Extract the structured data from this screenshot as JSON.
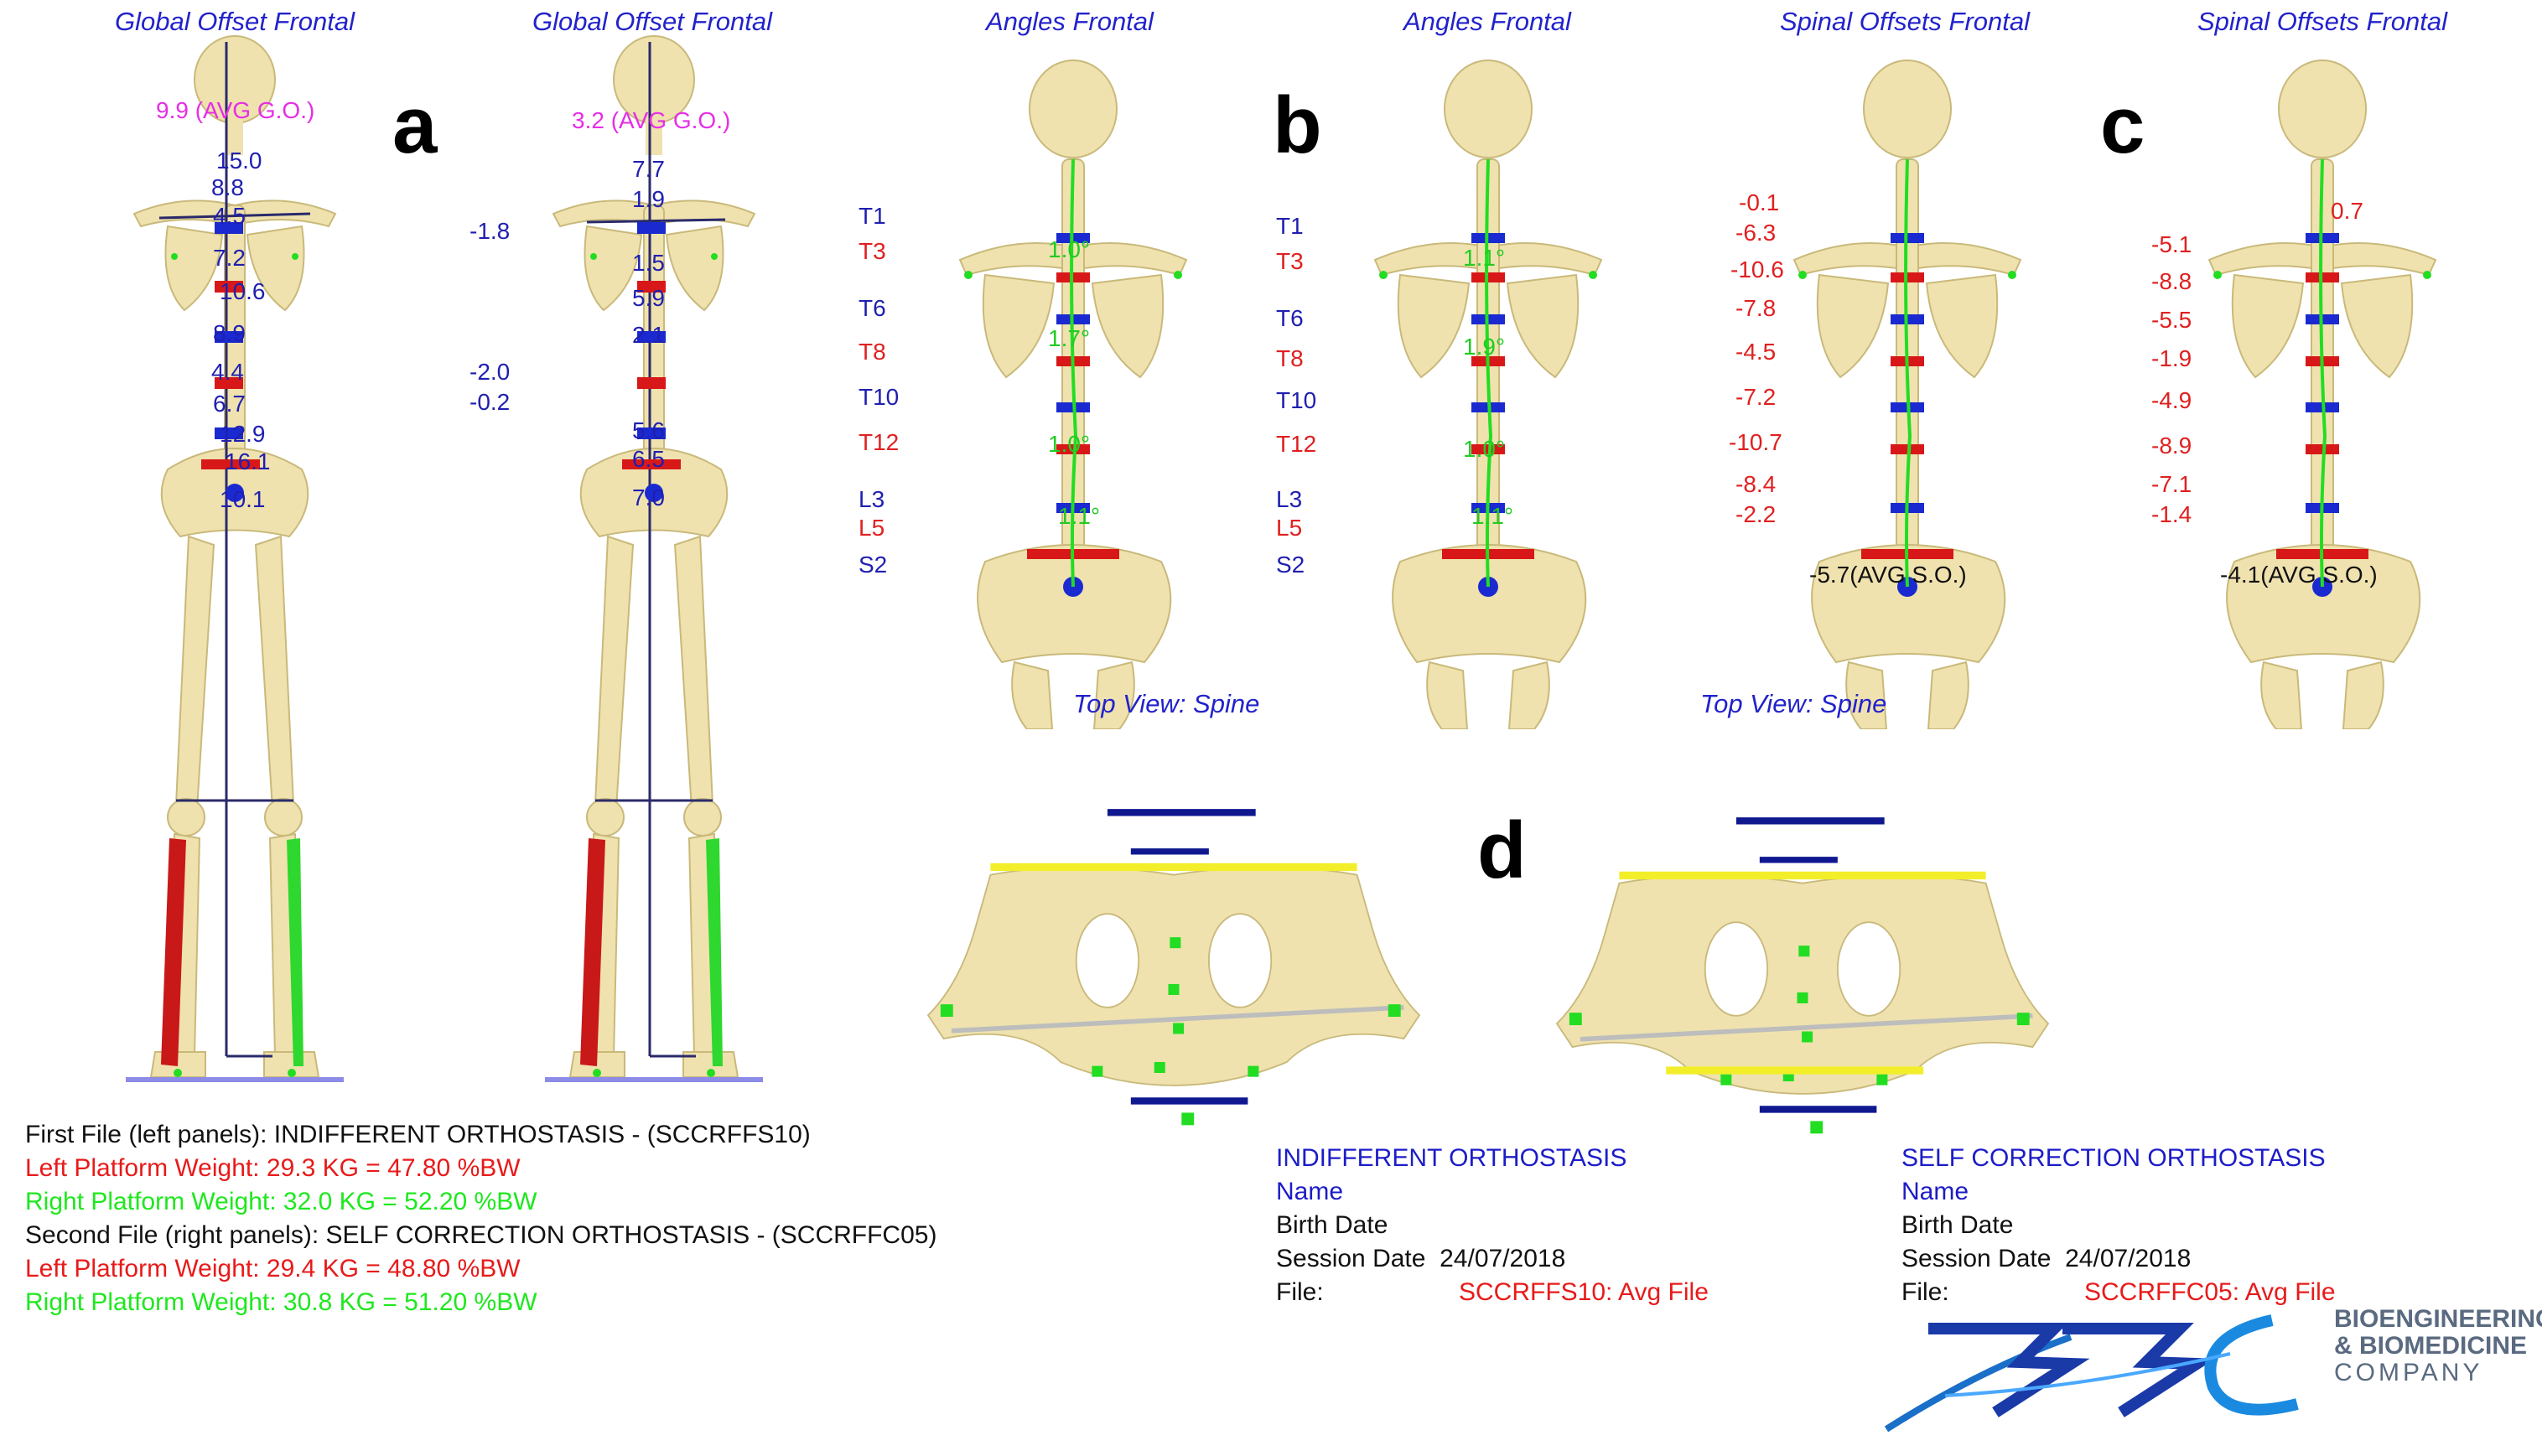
{
  "panel_titles": [
    "Global Offset Frontal",
    "Global Offset Frontal",
    "Angles Frontal",
    "Angles Frontal",
    "Spinal Offsets Frontal",
    "Spinal Offsets Frontal"
  ],
  "top_view_titles": [
    "Top View: Spine",
    "Top View: Spine"
  ],
  "figure_letters": [
    "a",
    "b",
    "c",
    "d"
  ],
  "panel1": {
    "avg": "9.9 (AVG G.O.)",
    "values": [
      "15.0",
      "8.8",
      "4.5",
      "7.2",
      "10.6",
      "8.9",
      "4.4",
      "6.7",
      "12.9",
      "16.1",
      "10.1"
    ]
  },
  "panel2": {
    "avg": "3.2 (AVG G.O.)",
    "values": [
      "7.7",
      "1.9",
      "1.5",
      "5.9",
      "2.1",
      "5.6",
      "6.5",
      "7.0"
    ],
    "side_values": [
      "-1.8",
      "-2.0",
      "-0.2"
    ]
  },
  "vertebra_labels": [
    "T1",
    "T3",
    "T6",
    "T8",
    "T10",
    "T12",
    "L3",
    "L5",
    "S2"
  ],
  "panel3_angles": [
    "1.0°",
    "1.7°",
    "1.0°",
    "1.1°"
  ],
  "panel4_angles": [
    "1.1°",
    "1.9°",
    "1.0°",
    "1.1°"
  ],
  "panel5": {
    "values": [
      "-0.1",
      "-6.3",
      "-10.6",
      "-7.8",
      "-4.5",
      "-7.2",
      "-10.7",
      "-8.4",
      "-2.2"
    ],
    "avg": "-5.7(AVG S.O.)"
  },
  "panel6": {
    "top_value": "0.7",
    "values": [
      "-5.1",
      "-8.8",
      "-5.5",
      "-1.9",
      "-4.9",
      "-8.9",
      "-7.1",
      "-1.4"
    ],
    "avg": "-4.1(AVG S.O.)"
  },
  "left_info": {
    "first_file": "First File (left panels): INDIFFERENT ORTHOSTASIS - (SCCRFFS10)",
    "left_weight_1": "Left Platform Weight: 29.3 KG = 47.80 %BW",
    "right_weight_1": "Right Platform Weight: 32.0 KG = 52.20 %BW",
    "second_file": "Second File (right panels): SELF CORRECTION ORTHOSTASIS - (SCCRFFC05)",
    "left_weight_2": "Left Platform Weight: 29.4 KG = 48.80 %BW",
    "right_weight_2": "Right Platform Weight: 30.8 KG = 51.20 %BW"
  },
  "session_1": {
    "title": "INDIFFERENT ORTHOSTASIS",
    "name_label": "Name",
    "birth_label": "Birth Date",
    "session_label": "Session Date",
    "session_value": "24/07/2018",
    "file_label": "File:",
    "file_value": "SCCRFFS10: Avg File"
  },
  "session_2": {
    "title": "SELF CORRECTION ORTHOSTASIS",
    "name_label": "Name",
    "birth_label": "Birth Date",
    "session_label": "Session Date",
    "session_value": "24/07/2018",
    "file_label": "File:",
    "file_value": "SCCRFFC05: Avg File"
  },
  "logo": {
    "line1": "BIOENGINEERING",
    "line2": "& BIOMEDICINE",
    "line3": "COMPANY"
  },
  "colors": {
    "title_blue": "#2222cc",
    "value_blue": "#1f1fb0",
    "value_red": "#e02020",
    "avg_pink": "#e62ee6",
    "bone": "#efe2ae",
    "spine_green": "#22dd22",
    "platform_yellow": "#f2ee2a",
    "platform_navy": "#101890"
  }
}
